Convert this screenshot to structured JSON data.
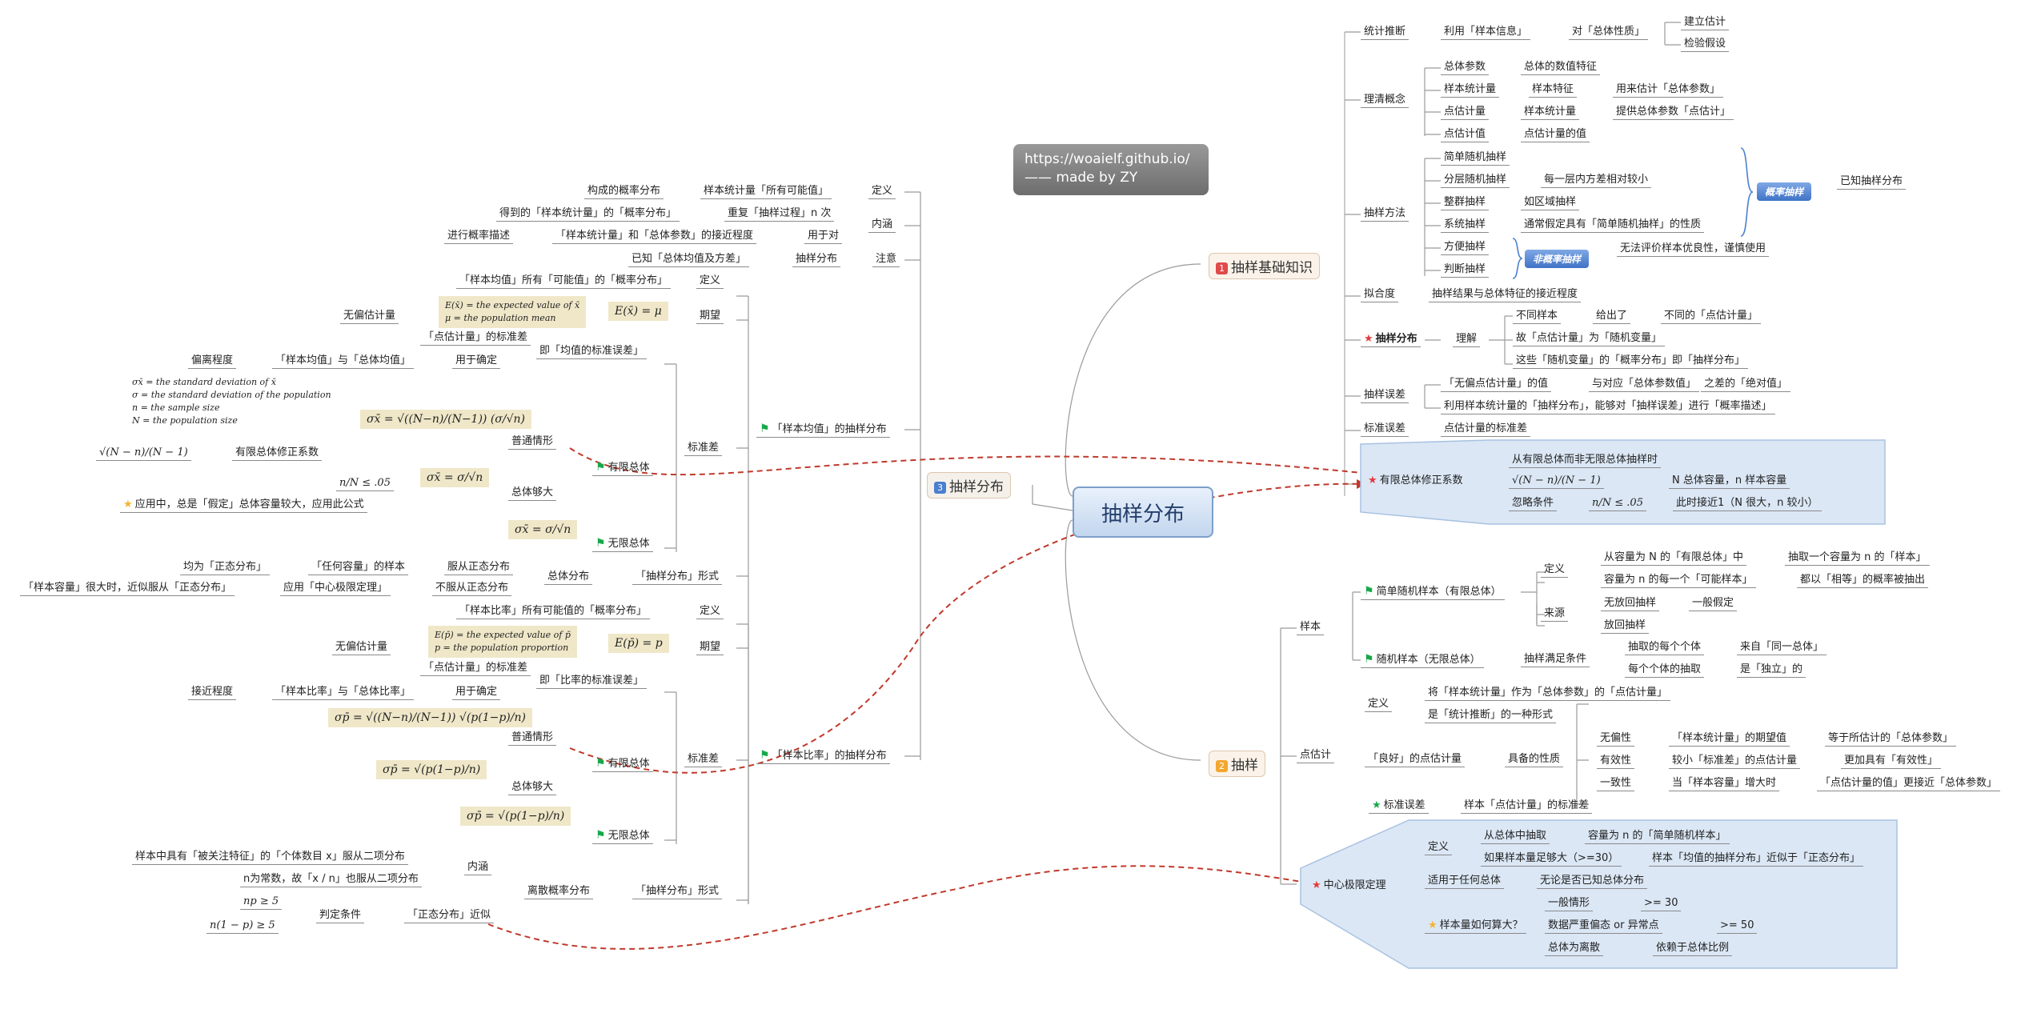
{
  "root": "抽样分布",
  "watermark": {
    "line1": "https://woaielf.github.io/",
    "line2": "—— made by ZY"
  },
  "colors": {
    "accent": "#7d9fc9",
    "formula_bg": "#efe7c8",
    "group_fill": "#dbe7f5",
    "dashed": "#c0392b",
    "flag": "#17a84a",
    "star": "#e43a3a"
  },
  "branches": {
    "b1": {
      "num": "1",
      "label": "抽样基础知识"
    },
    "b2": {
      "num": "2",
      "label": "抽样"
    },
    "b3": {
      "num": "3",
      "label": "抽样分布"
    }
  },
  "b1": {
    "inference": {
      "l": "统计推断",
      "a": "利用「样本信息」",
      "b": "对「总体性质」",
      "c1": "建立估计",
      "c2": "检验假设"
    },
    "concepts": {
      "l": "理清概念",
      "r1a": "总体参数",
      "r1b": "总体的数值特征",
      "r2a": "样本统计量",
      "r2b": "样本特征",
      "r2c": "用来估计「总体参数」",
      "r3a": "点估计量",
      "r3b": "样本统计量",
      "r3c": "提供总体参数「点估计」",
      "r4a": "点估计值",
      "r4b": "点估计量的值"
    },
    "sampling": {
      "l": "抽样方法",
      "m1": "简单随机抽样",
      "m2": "分层随机抽样",
      "m2b": "每一层内方差相对较小",
      "m3": "整群抽样",
      "m3b": "如区域抽样",
      "m4": "系统抽样",
      "m4b": "通常假定具有「简单随机抽样」的性质",
      "m5": "方便抽样",
      "m6": "判断抽样",
      "prob": "概率抽样",
      "prob_b": "已知抽样分布",
      "nonprob": "非概率抽样",
      "nonprob_b": "无法评价样本优良性，谨慎使用"
    },
    "fit": {
      "l": "拟合度",
      "a": "抽样结果与总体特征的接近程度"
    },
    "dist": {
      "l": "抽样分布",
      "a": "理解",
      "r1a": "不同样本",
      "r1b": "给出了",
      "r1c": "不同的「点估计量」",
      "r2": "故「点估计量」为「随机变量」",
      "r3": "这些「随机变量」的「概率分布」即「抽样分布」"
    },
    "error": {
      "l": "抽样误差",
      "r1a": "「无偏点估计量」的值",
      "r1b": "与对应「总体参数值」",
      "r1c": "之差的「绝对值」",
      "r2": "利用样本统计量的「抽样分布」，能够对「抽样误差」进行「概率描述」"
    },
    "se": {
      "l": "标准误差",
      "a": "点估计量的标准差"
    },
    "fpc": {
      "l": "有限总体修正系数",
      "r1": "从有限总体而非无限总体抽样时",
      "r2f": "√(N − n)/(N − 1)",
      "r2b": "N 总体容量，n 样本容量",
      "r3a": "忽略条件",
      "r3f": "n/N ≤ .05",
      "r3b": "此时接近1（N 很大，n 较小）"
    }
  },
  "b2": {
    "sample": {
      "l": "样本",
      "srs": "简单随机样本（有限总体）",
      "def": "定义",
      "d1a": "从容量为 N 的「有限总体」中",
      "d1b": "抽取一个容量为 n 的「样本」",
      "d2a": "容量为 n 的每一个「可能样本」",
      "d2b": "都以「相等」的概率被抽出",
      "src": "来源",
      "s1": "无放回抽样",
      "s1b": "一般假定",
      "s2": "放回抽样",
      "rs": "随机样本（无限总体）",
      "rsc": "抽样满足条件",
      "c1a": "抽取的每个个体",
      "c1b": "来自「同一总体」",
      "c2a": "每个个体的抽取",
      "c2b": "是「独立」的"
    },
    "point": {
      "l": "点估计",
      "def": "定义",
      "d1": "将「样本统计量」作为「总体参数」的「点估计量」",
      "d2": "是「统计推断」的一种形式",
      "good": "「良好」的点估计量",
      "prop": "具备的性质",
      "p1": "无偏性",
      "p1b": "「样本统计量」的期望值",
      "p1c": "等于所估计的「总体参数」",
      "p2": "有效性",
      "p2b": "较小「标准差」的点估计量",
      "p2c": "更加具有「有效性」",
      "p3": "一致性",
      "p3b": "当「样本容量」增大时",
      "p3c": "「点估计量的值」更接近「总体参数」",
      "se": "标准误差",
      "seb": "样本「点估计量」的标准差"
    },
    "clt": {
      "l": "中心极限定理",
      "def": "定义",
      "d1a": "从总体中抽取",
      "d1b": "容量为 n 的「简单随机样本」",
      "d2a": "如果样本量足够大（>=30）",
      "d2b": "样本「均值的抽样分布」近似于「正态分布」",
      "any": "适用于任何总体",
      "anyb": "无论是否已知总体分布",
      "how": "样本量如何算大？",
      "h1": "一般情形",
      "h1b": ">= 30",
      "h2": "数据严重偏态 or 异常点",
      "h2b": ">= 50",
      "h3": "总体为离散",
      "h3b": "依赖于总体比例"
    }
  },
  "b3": {
    "top": {
      "note": "定义",
      "n1": "构成的概率分布",
      "n2": "样本统计量「所有可能值」",
      "conn": "内涵",
      "c1": "得到的「样本统计量」的「概率分布」",
      "c2": "重复「抽样过程」n 次",
      "c3": "进行概率描述",
      "c4": "「样本统计量」和「总体参数」的接近程度",
      "c5": "用于对",
      "att": "注意",
      "a1": "已知「总体均值及方差」",
      "a2": "抽样分布"
    },
    "mean": {
      "l": "「样本均值」的抽样分布",
      "def": "定义",
      "defb": "「样本均值」所有「可能值」的「概率分布」",
      "exp": "期望",
      "unbiased": "无偏估计量",
      "fx1": "E(x̄) = the expected value of x̄",
      "fx2": "μ = the population mean",
      "fx3": "E(x̄) = μ",
      "std": "标准差",
      "sd1": "「点估计量」的标准差",
      "sd2": "即「均值的标准误差」",
      "dev": "偏离程度",
      "dev1": "「样本均值」与「总体均值」",
      "dev2": "用于确定",
      "leg1": "σx̄ = the standard deviation of x̄",
      "leg2": "σ = the standard deviation of the population",
      "leg3": "n = the sample size",
      "leg4": "N = the population size",
      "normal": "普通情形",
      "finite": "有限总体",
      "fpcf": "√(N − n)/(N − 1)",
      "fpc": "有限总体修正系数",
      "big": "总体够大",
      "nn": "n/N ≤ .05",
      "app": "应用中，总是「假定」总体容量较大，应用此公式",
      "inf": "无限总体",
      "f_fin": "σx̄ = √((N−n)/(N−1)) (σ/√n)",
      "f_big": "σx̄ = σ/√n",
      "f_inf": "σx̄ = σ/√n",
      "form": "「抽样分布」形式",
      "pop": "总体分布",
      "p1a": "均为「正态分布」",
      "p1b": "「任何容量」的样本",
      "p1c": "服从正态分布",
      "p2a": "「样本容量」很大时，近似服从「正态分布」",
      "p2b": "应用「中心极限定理」",
      "p2c": "不服从正态分布"
    },
    "prop": {
      "l": "「样本比率」的抽样分布",
      "def": "定义",
      "defb": "「样本比率」所有可能值的「概率分布」",
      "exp": "期望",
      "unbiased": "无偏估计量",
      "fx1": "E(p̄) = the expected value of p̄",
      "fx2": "p = the population proportion",
      "fx3": "E(p̄) = p",
      "std": "标准差",
      "sd1": "「点估计量」的标准差",
      "sd2": "即「比率的标准误差」",
      "close": "接近程度",
      "c1": "「样本比率」与「总体比率」",
      "c2": "用于确定",
      "normal": "普通情形",
      "finite": "有限总体",
      "big": "总体够大",
      "inf": "无限总体",
      "f_fin": "σp̄ = √((N−n)/(N−1)) √(p(1−p)/n)",
      "f_big": "σp̄ = √(p(1−p)/n)",
      "f_inf": "σp̄ = √(p(1−p)/n)",
      "form": "「抽样分布」形式",
      "disc": "离散概率分布",
      "conn": "内涵",
      "k1": "样本中具有「被关注特征」的「个体数目 x」服从二项分布",
      "k2": "n为常数，故「x / n」也服从二项分布",
      "judge": "判定条件",
      "judgeb": "「正态分布」近似",
      "j1": "np ≥ 5",
      "j2": "n(1 − p) ≥ 5"
    }
  }
}
